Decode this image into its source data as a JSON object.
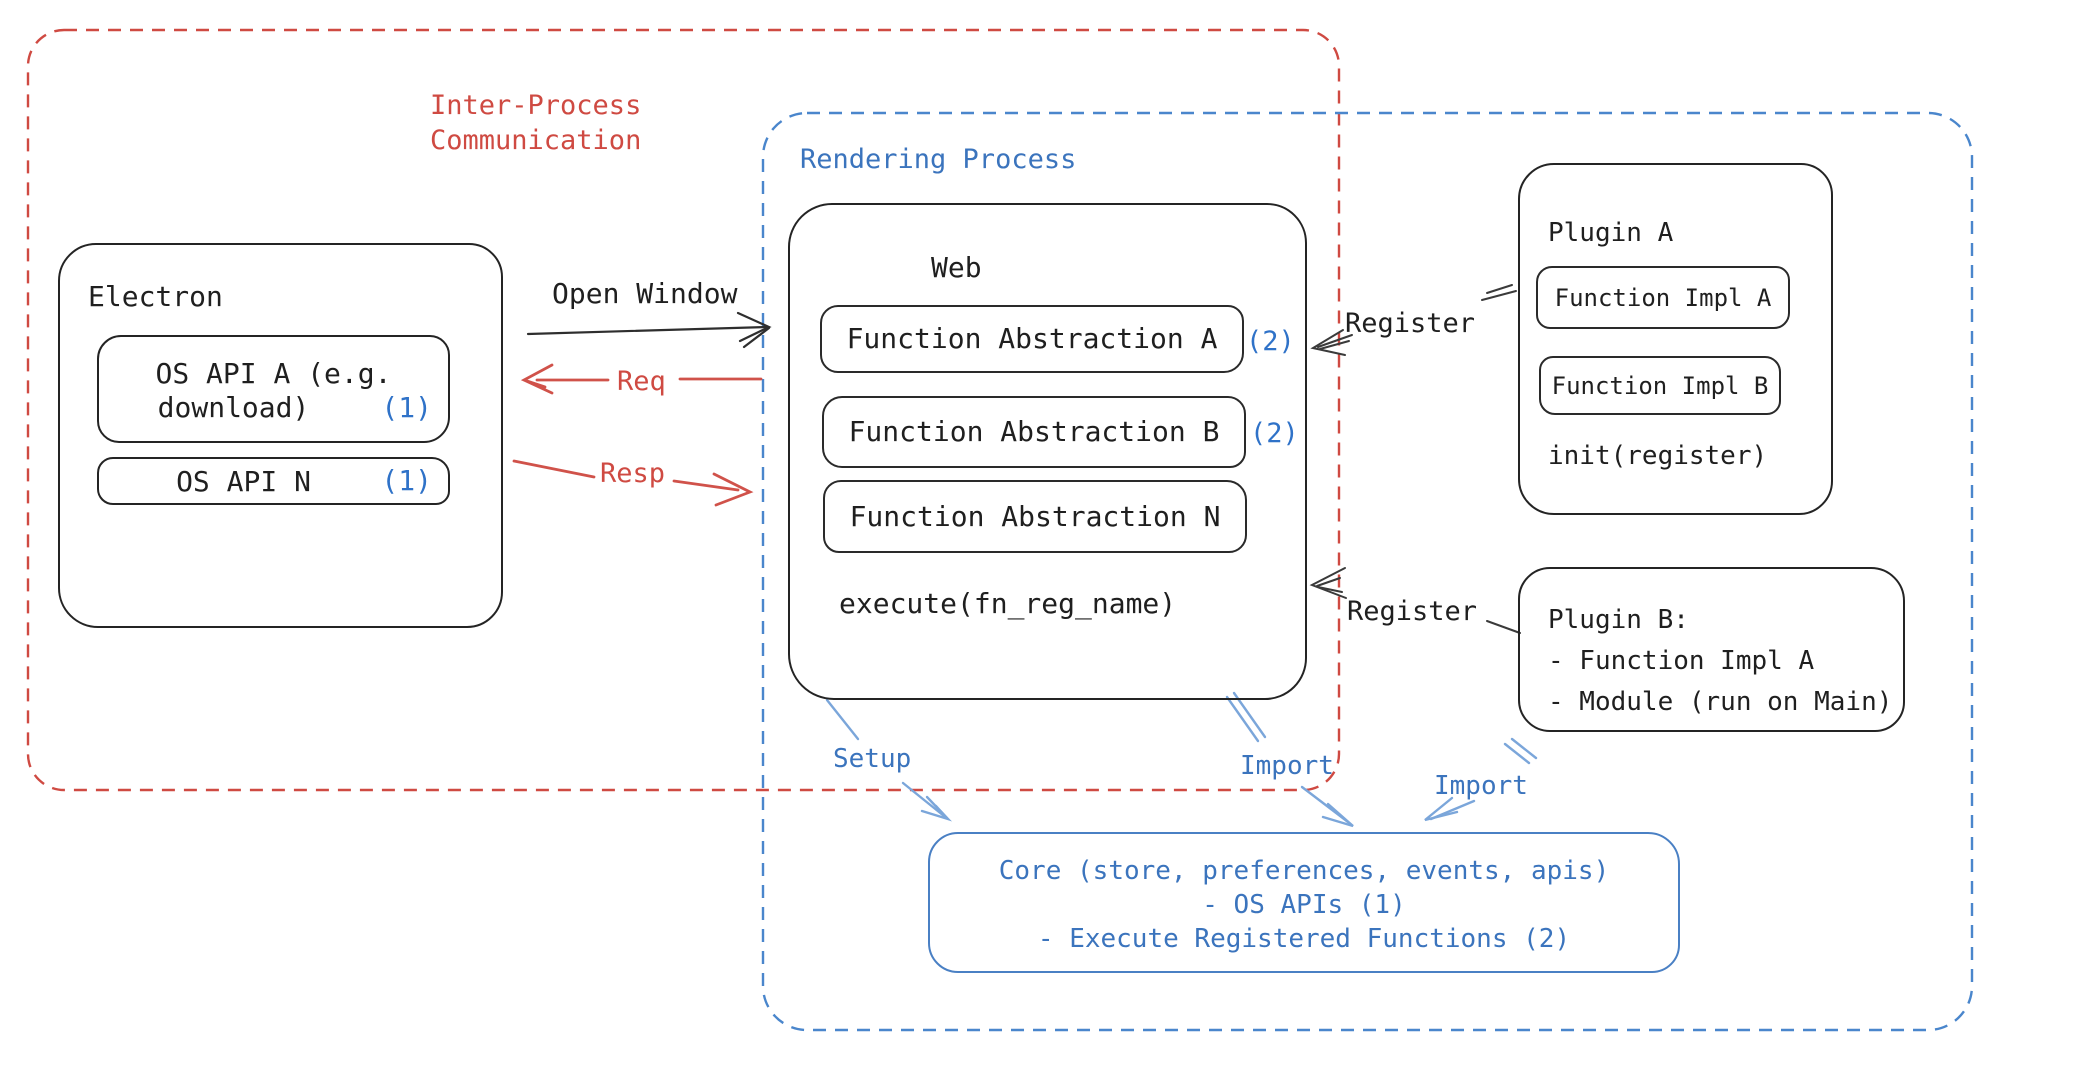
{
  "colors": {
    "red": "#cf4a42",
    "blue_text": "#3b74bd",
    "blue_badge": "#2f72c8",
    "blue_dash": "#4a86cc",
    "blue_arrow": "#7ba6da",
    "black_stroke": "#242424"
  },
  "ipc_group": {
    "title_line1": "Inter-Process",
    "title_line2": "Communication"
  },
  "rendering_group": {
    "title": "Rendering Process"
  },
  "electron": {
    "title": "Electron",
    "api_a_line1": "OS API A (e.g.",
    "api_a_line2": "download)",
    "api_a_badge": "(1)",
    "api_n": "OS API N",
    "api_n_badge": "(1)"
  },
  "arrows": {
    "open_window": "Open Window",
    "req": "Req",
    "resp": "Resp",
    "register_plugin_a": "Register",
    "register_plugin_b": "Register",
    "setup": "Setup",
    "import_web": "Import",
    "import_plugin": "Import"
  },
  "web": {
    "title": "Web",
    "fa_a": "Function Abstraction A",
    "fa_a_badge": "(2)",
    "fa_b": "Function Abstraction B",
    "fa_b_badge": "(2)",
    "fa_n": "Function Abstraction N",
    "execute": "execute(fn_reg_name)"
  },
  "plugin_a": {
    "title": "Plugin A",
    "impl_a": "Function Impl A",
    "impl_b": "Function Impl B",
    "init": "init(register)"
  },
  "plugin_b": {
    "title": "Plugin B:",
    "item1": "- Function Impl A",
    "item2": "- Module (run on Main)"
  },
  "core": {
    "line1": "Core (store, preferences, events, apis)",
    "line2": "- OS APIs (1)",
    "line3": "- Execute Registered Functions (2)"
  }
}
